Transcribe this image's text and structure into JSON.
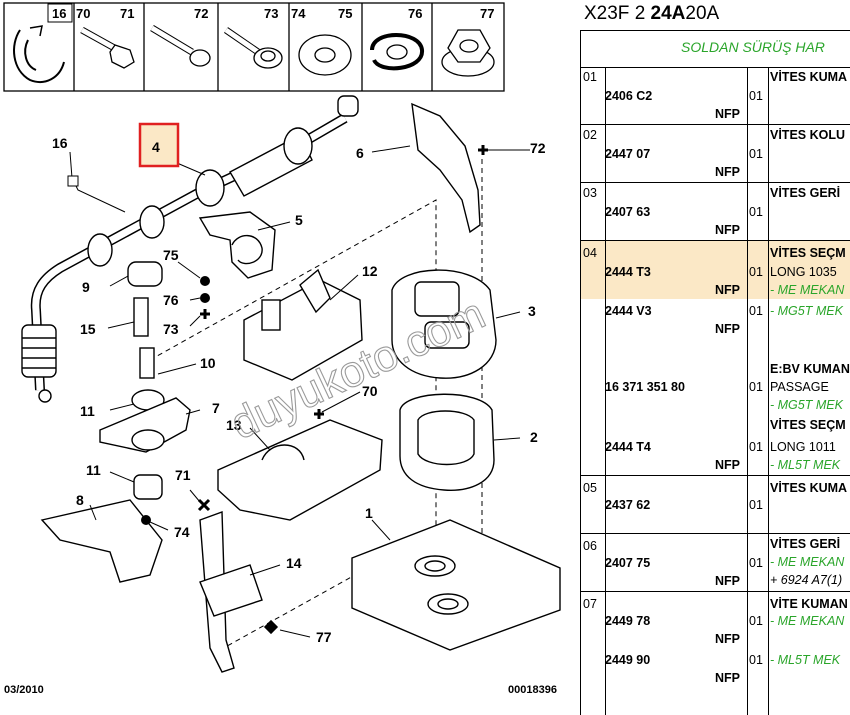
{
  "diagram": {
    "top_part_numbers": [
      "16",
      "70",
      "71",
      "72",
      "73",
      "74",
      "75",
      "76",
      "77"
    ],
    "callouts": {
      "c1": "1",
      "c2": "2",
      "c3": "3",
      "c4": "4",
      "c5": "5",
      "c6": "6",
      "c7": "7",
      "c8": "8",
      "c9": "9",
      "c10": "10",
      "c11a": "11",
      "c11b": "11",
      "c12": "12",
      "c13": "13",
      "c14": "14",
      "c15": "15",
      "c16": "16",
      "c70": "70",
      "c71": "71",
      "c72": "72",
      "c73": "73",
      "c74": "74",
      "c75": "75",
      "c76": "76",
      "c77": "77"
    },
    "highlighted_callout": "4",
    "date_code": "03/2010",
    "drawing_number": "00018396",
    "watermark": "duyukoto.com"
  },
  "parts_list": {
    "header": {
      "code_prefix": "X23F 2",
      "code_bold": "24A",
      "code_suffix": "20A"
    },
    "subheader": "SOLDAN SÜRÜŞ HAR",
    "rows": [
      {
        "index": "01",
        "ref": "2406 C2",
        "qty": "01",
        "nfp": "NFP",
        "desc1": "VİTES KUMA",
        "desc2": "",
        "desc3": ""
      },
      {
        "index": "02",
        "ref": "2447 07",
        "qty": "01",
        "nfp": "NFP",
        "desc1": "VİTES KOLU",
        "desc2": "",
        "desc3": ""
      },
      {
        "index": "03",
        "ref": "2407 63",
        "qty": "01",
        "nfp": "NFP",
        "desc1": "VİTES GERİ",
        "desc2": "",
        "desc3": ""
      },
      {
        "index": "04",
        "ref": "2444 T3",
        "qty": "01",
        "nfp": "NFP",
        "desc1": "VİTES SEÇM",
        "desc2": "LONG 1035",
        "desc3": "- ME MEKAN"
      },
      {
        "index": "",
        "ref": "2444 V3",
        "qty": "01",
        "nfp": "NFP",
        "desc1": "- MG5T MEK",
        "desc2": "",
        "desc3": ""
      },
      {
        "index": "",
        "ref": "16 371 351 80",
        "qty": "01",
        "nfp": "",
        "desc1": "E:BV KUMAN",
        "desc2": "PASSAGE",
        "desc3": "- MG5T MEK"
      },
      {
        "index": "",
        "ref": "2444 T4",
        "qty": "01",
        "nfp": "NFP",
        "desc1": "VİTES SEÇM",
        "desc2": "LONG 1011",
        "desc3": "- ML5T MEK"
      },
      {
        "index": "05",
        "ref": "2437 62",
        "qty": "01",
        "nfp": "",
        "desc1": "VİTES KUMA",
        "desc2": "",
        "desc3": ""
      },
      {
        "index": "06",
        "ref": "2407 75",
        "qty": "01",
        "nfp": "NFP",
        "desc1": "VİTES GERİ",
        "desc2": "- ME MEKAN",
        "desc3": "+ 6924 A7(1)"
      },
      {
        "index": "07",
        "ref": "2449 78",
        "qty": "01",
        "nfp": "NFP",
        "desc1": "VİTE KUMAN",
        "desc2": "- ME MEKAN",
        "desc3": ""
      },
      {
        "index": "",
        "ref": "2449 90",
        "qty": "01",
        "nfp": "NFP",
        "desc1": "- ML5T MEK",
        "desc2": "",
        "desc3": ""
      }
    ]
  }
}
